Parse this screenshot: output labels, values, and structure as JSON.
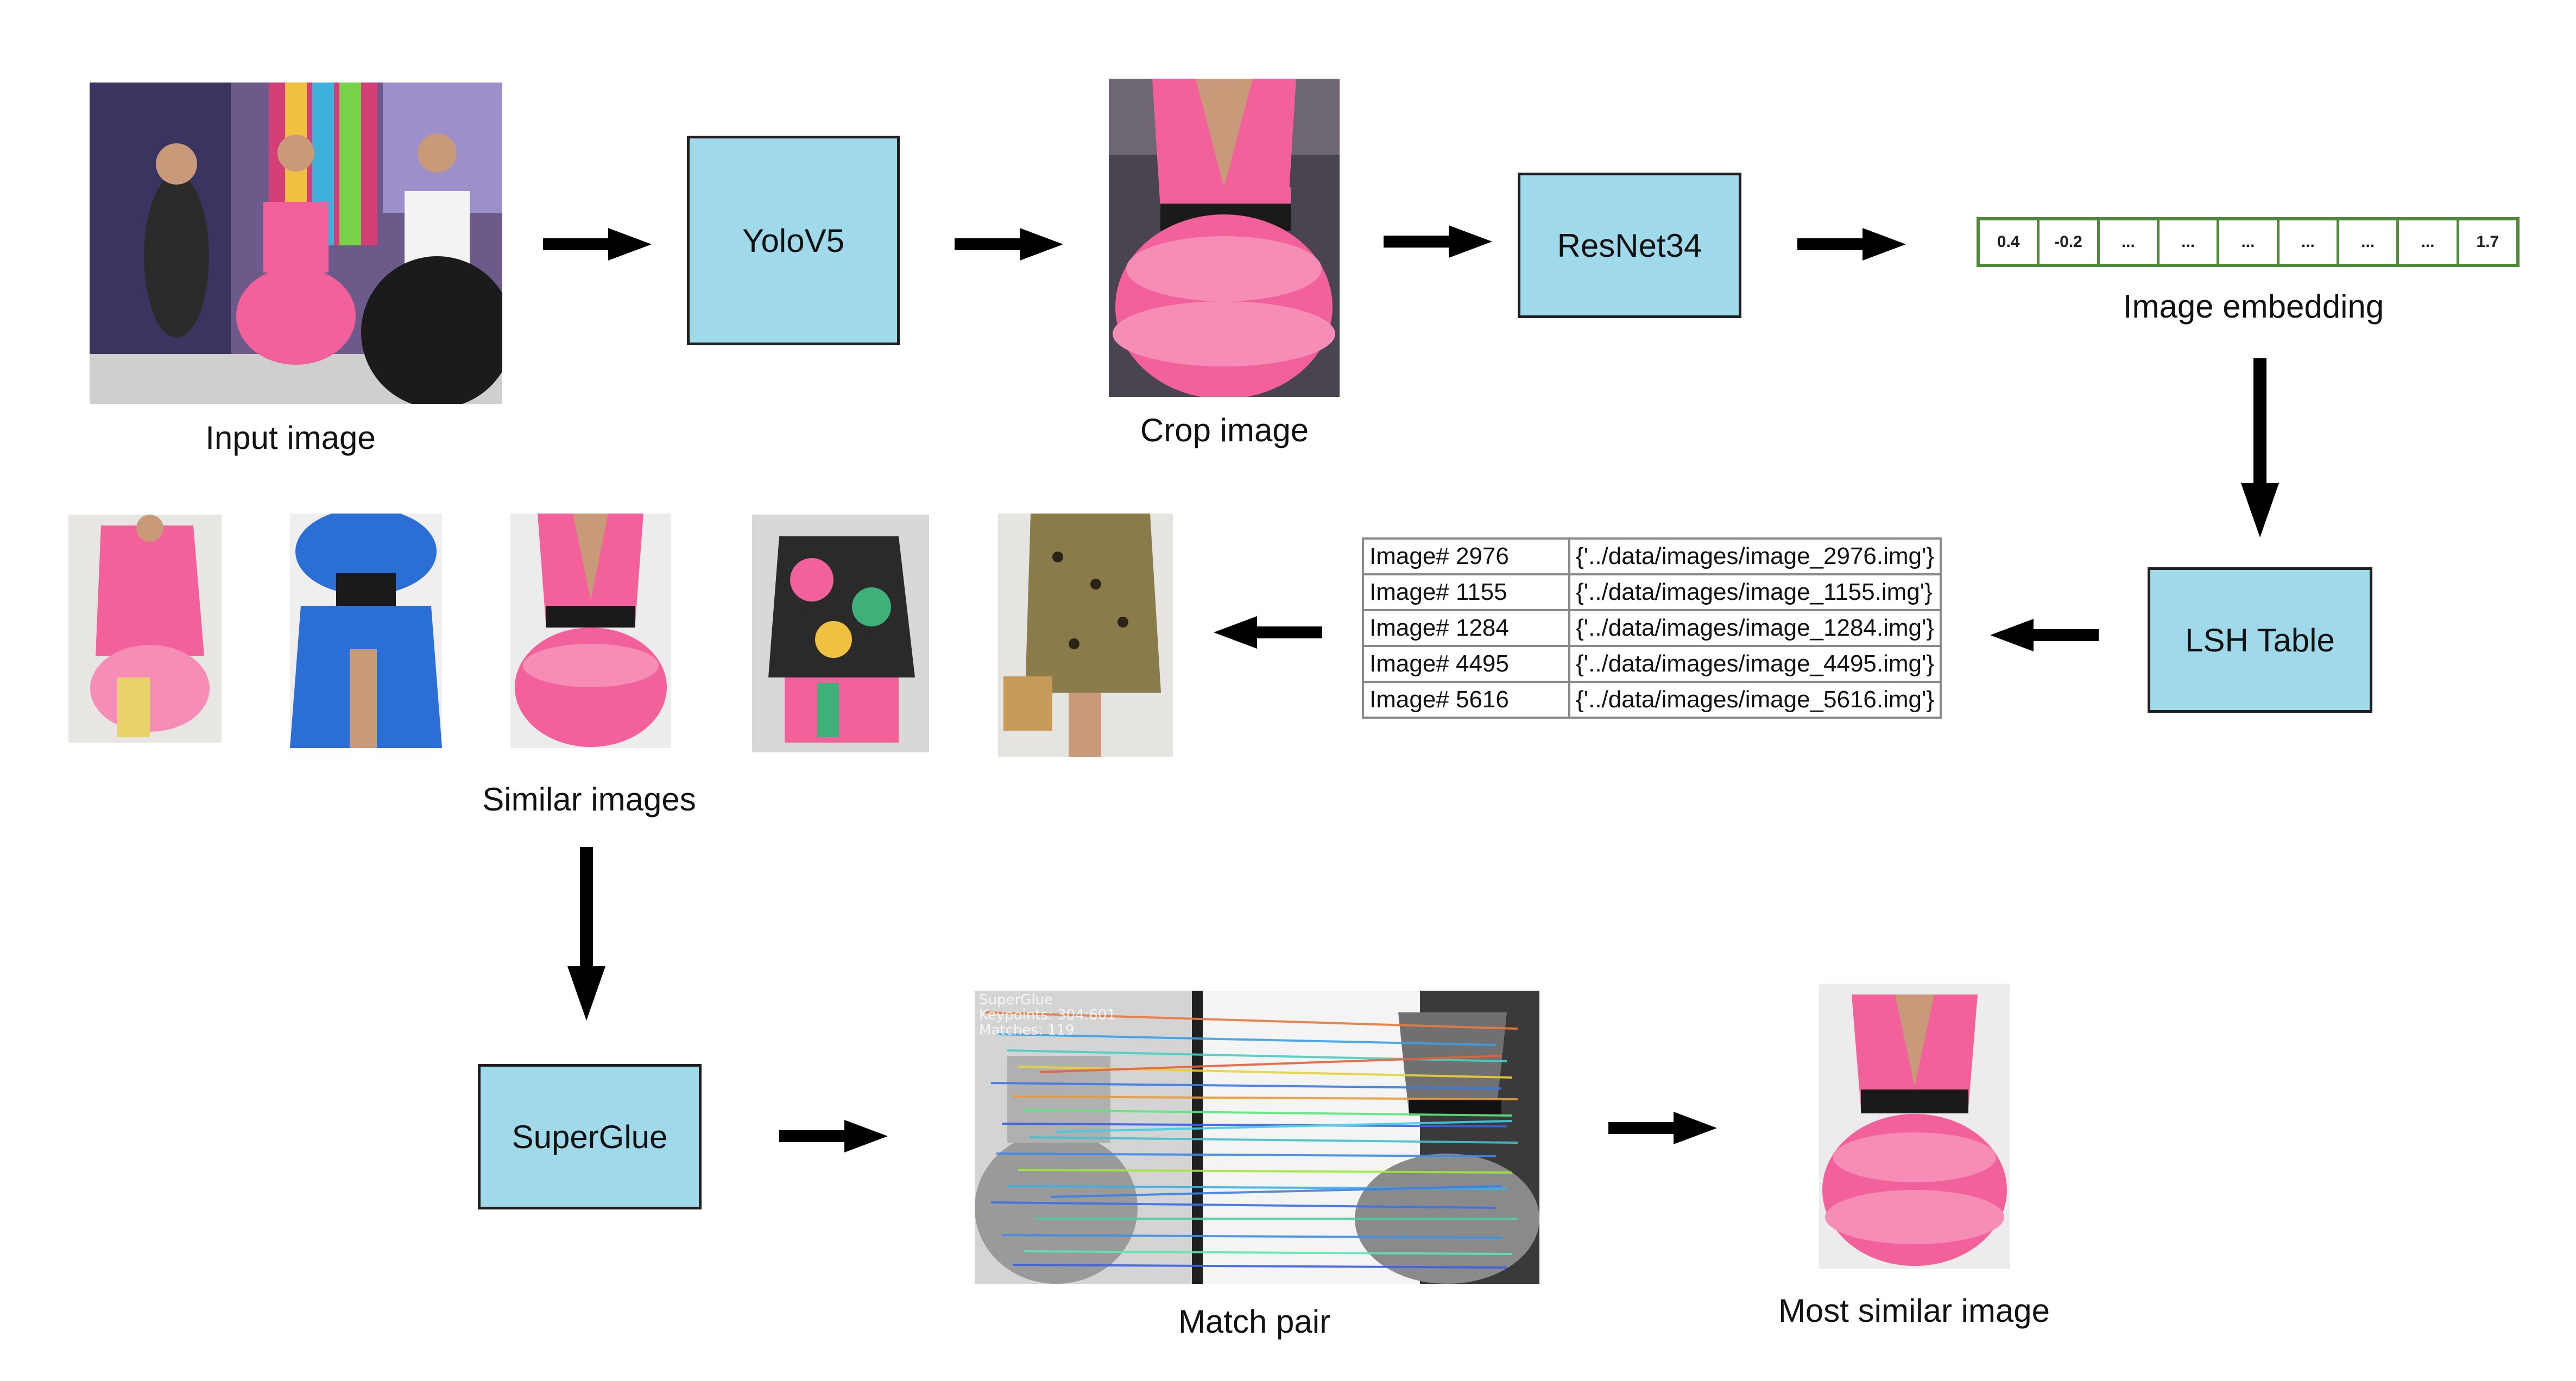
{
  "nodes": {
    "yolo": "YoloV5",
    "resnet": "ResNet34",
    "lsh": "LSH Table",
    "superglue": "SuperGlue"
  },
  "labels": {
    "input_image": "Input image",
    "crop_image": "Crop image",
    "image_embedding": "Image embedding",
    "similar_images": "Similar images",
    "match_pair": "Match pair",
    "most_similar_image": "Most similar image"
  },
  "embedding": [
    "0.4",
    "-0.2",
    "...",
    "...",
    "...",
    "...",
    "...",
    "...",
    "1.7"
  ],
  "lsh_table": [
    {
      "key": "Image# 2976",
      "value": "{'../data/images/image_2976.img'}"
    },
    {
      "key": "Image# 1155",
      "value": "{'../data/images/image_1155.img'}"
    },
    {
      "key": "Image# 1284",
      "value": "{'../data/images/image_1284.img'}"
    },
    {
      "key": "Image# 4495",
      "value": "{'../data/images/image_4495.img'}"
    },
    {
      "key": "Image# 5616",
      "value": "{'../data/images/image_5616.img'}"
    }
  ],
  "match_overlay": [
    "SuperGlue",
    "Keypoints: 304:601",
    "Matches: 119"
  ],
  "colors": {
    "box_fill": "#9fd9ea",
    "dress_pink": "#f2619a",
    "dress_blue": "#2b6fd6",
    "embedding_border": "#4e8a3a"
  }
}
